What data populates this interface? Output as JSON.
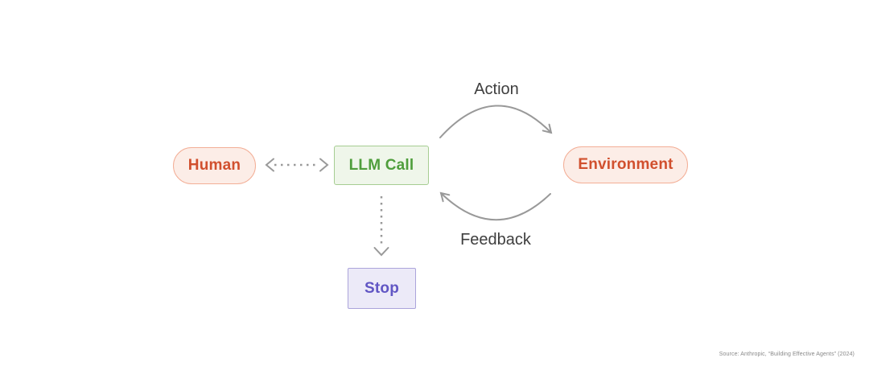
{
  "diagram": {
    "type": "agent-loop-flowchart",
    "nodes": {
      "human": {
        "label": "Human",
        "shape": "pill",
        "fill": "#FCEDE7",
        "border": "#F3AE96",
        "text_color": "#D1502E"
      },
      "llm_call": {
        "label": "LLM Call",
        "shape": "rect",
        "fill": "#EFF6EA",
        "border": "#A6CD92",
        "text_color": "#4F9E3C"
      },
      "environment": {
        "label": "Environment",
        "shape": "pill",
        "fill": "#FCEDE7",
        "border": "#F3AE96",
        "text_color": "#D1502E"
      },
      "stop": {
        "label": "Stop",
        "shape": "rect",
        "fill": "#ECEAF8",
        "border": "#ABA4DB",
        "text_color": "#6156C4"
      }
    },
    "edges": {
      "action": {
        "label": "Action",
        "from": "llm_call",
        "to": "environment",
        "style": "solid-curved-arrow"
      },
      "feedback": {
        "label": "Feedback",
        "from": "environment",
        "to": "llm_call",
        "style": "solid-curved-arrow"
      },
      "human_llm": {
        "label": "",
        "from": "human",
        "to": "llm_call",
        "style": "dashed-bidirectional-arrow"
      },
      "llm_stop": {
        "label": "",
        "from": "llm_call",
        "to": "stop",
        "style": "dashed-down-arrow"
      }
    },
    "arrow_color": "#999999",
    "edge_label_color": "#3E3E3E"
  },
  "footer": {
    "source_attribution": "Source: Anthropic, “Building Effective Agents” (2024)"
  }
}
